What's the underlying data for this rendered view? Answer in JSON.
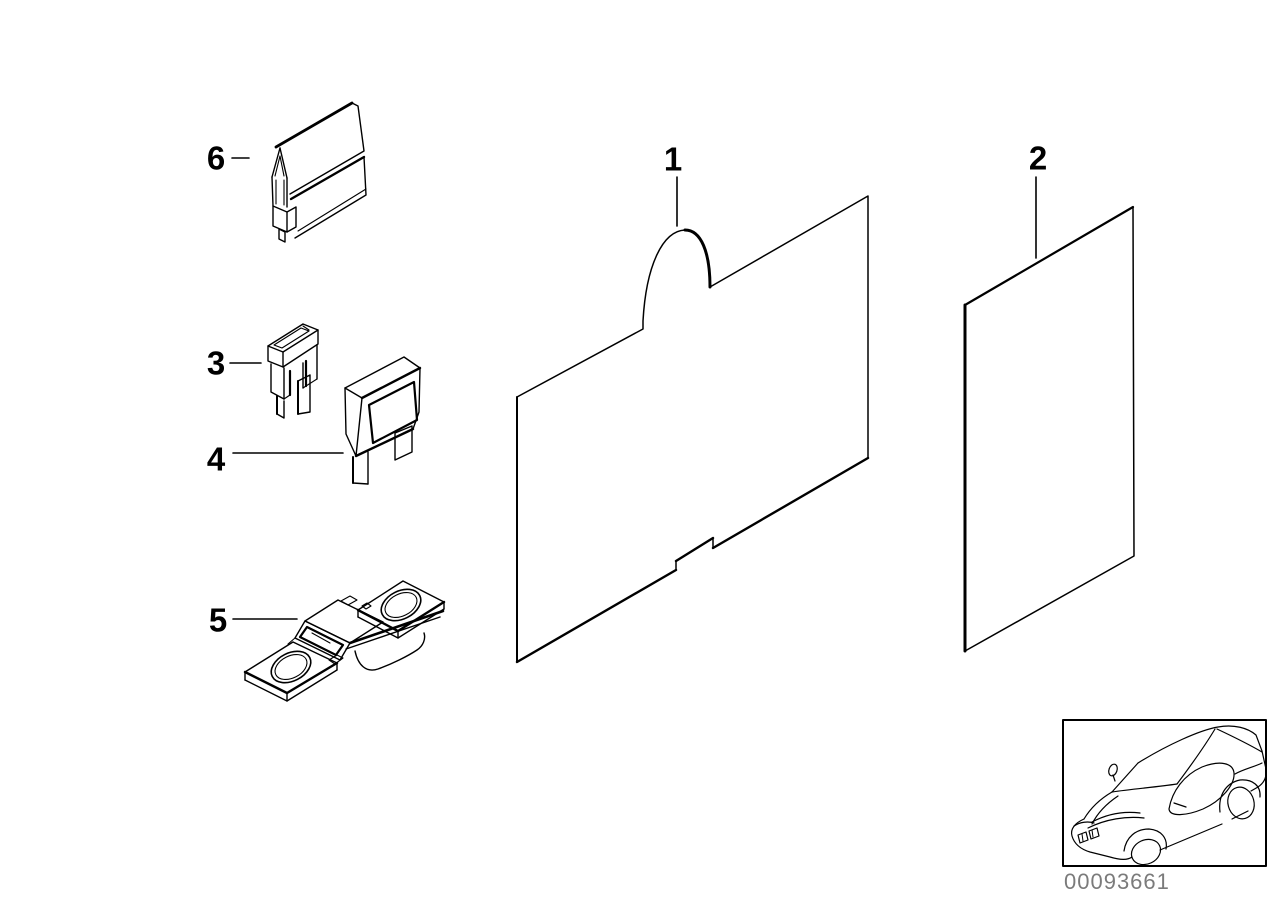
{
  "diagram": {
    "background_color": "#ffffff",
    "line_color": "#000000",
    "callouts": [
      {
        "id": "callout-1",
        "label": "1"
      },
      {
        "id": "callout-2",
        "label": "2"
      },
      {
        "id": "callout-3",
        "label": "3"
      },
      {
        "id": "callout-4",
        "label": "4"
      },
      {
        "id": "callout-5",
        "label": "5"
      },
      {
        "id": "callout-6",
        "label": "6"
      }
    ],
    "parts": [
      {
        "callout": "1",
        "icon": "cover-foil-with-tab-icon"
      },
      {
        "callout": "2",
        "icon": "plain-foil-sheet-icon"
      },
      {
        "callout": "3",
        "icon": "mini-blade-fuse-icon"
      },
      {
        "callout": "4",
        "icon": "maxi-blade-fuse-icon"
      },
      {
        "callout": "5",
        "icon": "high-current-bolt-fuse-icon"
      },
      {
        "callout": "6",
        "icon": "retaining-clip-icon"
      }
    ],
    "thumbnail": {
      "icon": "car-icon",
      "image_number": "00093661",
      "number_color": "#7b7b7b"
    }
  }
}
